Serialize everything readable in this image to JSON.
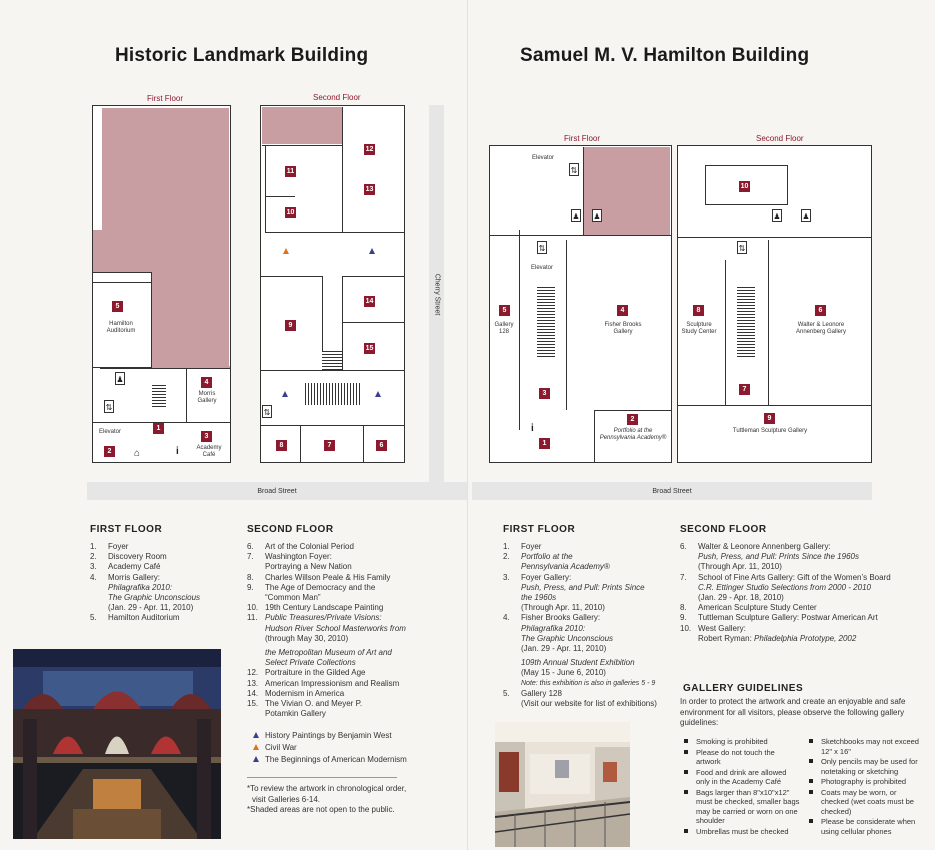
{
  "left": {
    "title": "Historic Landmark Building",
    "first_floor_label": "First Floor",
    "second_floor_label": "Second Floor",
    "rooms_first": {
      "hamilton_auditorium": "Hamilton Auditorium",
      "morris_gallery": "Morris Gallery",
      "elevator": "Elevator",
      "academy_cafe": "Academy Café"
    },
    "street_cherry": "Cherry Street",
    "street_broad": "Broad Street",
    "first_floor_heading": "FIRST FLOOR",
    "first_floor_items": [
      {
        "n": "1.",
        "t": "Foyer"
      },
      {
        "n": "2.",
        "t": "Discovery Room"
      },
      {
        "n": "3.",
        "t": "Academy Café"
      },
      {
        "n": "4.",
        "t": "Morris Gallery:",
        "i1": "Philagrafika 2010:",
        "i2": "The Graphic Unconscious",
        "s": "(Jan. 29 - Apr. 11, 2010)"
      },
      {
        "n": "5.",
        "t": "Hamilton Auditorium"
      }
    ],
    "second_floor_heading": "SECOND FLOOR",
    "second_floor_items": [
      {
        "n": "6.",
        "t": "Art of the Colonial Period"
      },
      {
        "n": "7.",
        "t": "Washington Foyer:",
        "s": "Portraying a New Nation"
      },
      {
        "n": "8.",
        "t": "Charles Willson Peale & His Family"
      },
      {
        "n": "9.",
        "t": "The Age of Democracy and the",
        "s": "“Common Man”"
      },
      {
        "n": "10.",
        "t": "19th Century Landscape Painting"
      },
      {
        "n": "11.",
        "i1": "Public Treasures/Private Visions:",
        "i2": "Hudson River School Masterworks from",
        "i3": "the Metropolitan Museum of Art and",
        "i4": "Select  Private Collections",
        "s": "(through May 30, 2010)"
      },
      {
        "n": "12.",
        "t": "Portraiture in the Gilded Age"
      },
      {
        "n": "13.",
        "t": "American Impressionism and Realism"
      },
      {
        "n": "14.",
        "t": "Modernism in America"
      },
      {
        "n": "15.",
        "t": "The Vivian O. and Meyer P.",
        "s": "Potamkin Gallery"
      }
    ],
    "legend": [
      {
        "label": "History Paintings by Benjamin West",
        "color": "#3a3f8f"
      },
      {
        "label": "Civil War",
        "color": "#d9731f"
      },
      {
        "label": "The Beginnings of American Modernism",
        "color": "#3a3f8f"
      }
    ],
    "notes": [
      "*To review the artwork in chronological order,",
      "visit Galleries 6-14.",
      "*Shaded areas are not open to the public."
    ]
  },
  "right": {
    "title": "Samuel M. V. Hamilton Building",
    "first_floor_label": "First Floor",
    "second_floor_label": "Second Floor",
    "rooms_first": {
      "elevator": "Elevator",
      "gallery128": "Gallery 128",
      "fisher": "Fisher Brooks Gallery",
      "portfolio_a": "Portfolio at the",
      "portfolio_b": "Pennsylvania Academy®"
    },
    "rooms_second": {
      "sculpture_study": "Sculpture Study Center",
      "annenberg": "Walter & Leonore Annenberg Gallery",
      "tuttleman": "Tuttleman Sculpture Gallery"
    },
    "street_broad": "Broad Street",
    "first_floor_heading": "FIRST FLOOR",
    "first_floor_items": [
      {
        "n": "1.",
        "t": "Foyer"
      },
      {
        "n": "2.",
        "i1": "Portfolio at the",
        "i2": "Pennsylvania Academy®"
      },
      {
        "n": "3.",
        "t": "Foyer Gallery:",
        "i1": "Push, Press, and Pull: Prints Since",
        "i2": "the 1960s",
        "s": "(Through Apr. 11, 2010)"
      },
      {
        "n": "4.",
        "t": "Fisher Brooks Gallery:",
        "i1": "Philagrafika 2010:",
        "i2": "The Graphic Unconscious",
        "s": "(Jan. 29 - Apr. 11, 2010)",
        "i3": "109th Annual Student Exhibition",
        "s2": "(May 15 - June 6, 2010)",
        "note": "Note: this exhibition is also in galleries 5 - 9"
      },
      {
        "n": "5.",
        "t": "Gallery 128",
        "s": "(Visit our website for list of exhibitions)"
      }
    ],
    "second_floor_heading": "SECOND FLOOR",
    "second_floor_items": [
      {
        "n": "6.",
        "t": "Walter & Leonore Annenberg Gallery:",
        "i1": "Push, Press, and Pull: Prints Since the 1960s",
        "s": "(Through Apr. 11, 2010)"
      },
      {
        "n": "7.",
        "t": "School of Fine Arts Gallery: Gift of the Women’s Board",
        "i1": "C.R. Ettinger Studio Selections from  2000 - 2010",
        "s": "(Jan. 29 - Apr. 18, 2010)"
      },
      {
        "n": "8.",
        "t": "American Sculpture Study Center"
      },
      {
        "n": "9.",
        "t": "Tuttleman Sculpture Gallery: Postwar American Art"
      },
      {
        "n": "10.",
        "t": "West Gallery:",
        "s": "Robert Ryman: ",
        "i1": "Philadelphia Prototype, 2002"
      }
    ],
    "guidelines_heading": "GALLERY GUIDELINES",
    "guidelines_intro": "In order to protect the artwork and create an enjoyable and safe environment for all visitors, please observe the following gallery guidelines:",
    "guidelines_col1": [
      "Smoking is prohibited",
      "Please do not touch the artwork",
      "Food and drink are allowed only in the Academy Café",
      "Bags larger than 8\"x10\"x12\" must be checked,  smaller bags may be carried or worn on one shoulder",
      "Umbrellas must be checked"
    ],
    "guidelines_col2": [
      "Sketchbooks may not exceed 12\" x 16\"",
      "Only pencils may be used for notetaking or sketching",
      "Photography is prohibited",
      "Coats may be worn, or checked (wet coats must be checked)",
      "Please be considerate when using cellular phones"
    ]
  },
  "colors": {
    "accent": "#8b1a2e",
    "shaded": "#c89ea3"
  }
}
